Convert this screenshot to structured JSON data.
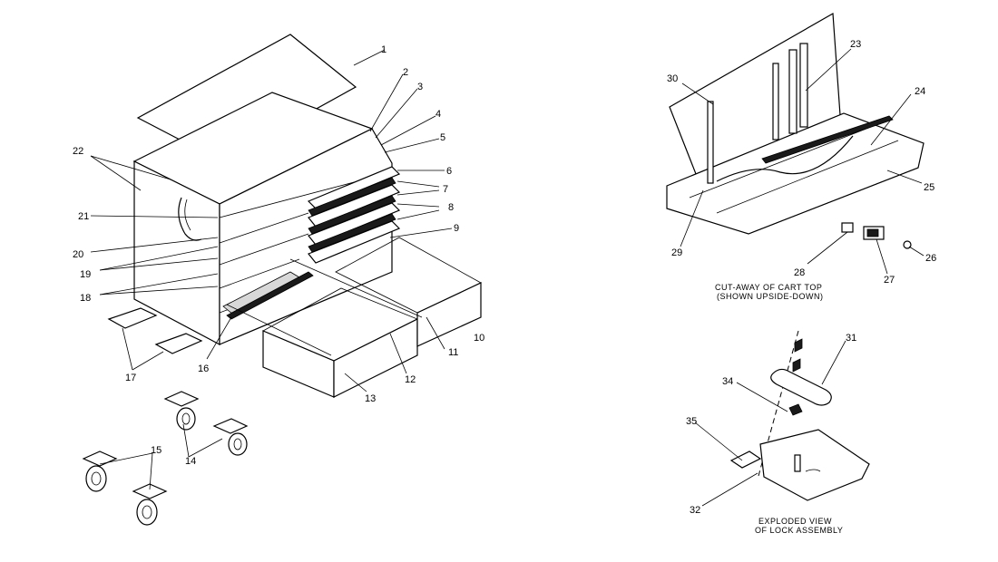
{
  "callouts": [
    {
      "id": "c1",
      "text": "1"
    },
    {
      "id": "c2",
      "text": "2"
    },
    {
      "id": "c3",
      "text": "3"
    },
    {
      "id": "c4",
      "text": "4"
    },
    {
      "id": "c5",
      "text": "5"
    },
    {
      "id": "c6",
      "text": "6"
    },
    {
      "id": "c7",
      "text": "7"
    },
    {
      "id": "c8",
      "text": "8"
    },
    {
      "id": "c9",
      "text": "9"
    },
    {
      "id": "c10",
      "text": "10"
    },
    {
      "id": "c11",
      "text": "11"
    },
    {
      "id": "c12",
      "text": "12"
    },
    {
      "id": "c13",
      "text": "13"
    },
    {
      "id": "c14",
      "text": "14"
    },
    {
      "id": "c15",
      "text": "15"
    },
    {
      "id": "c16",
      "text": "16"
    },
    {
      "id": "c17",
      "text": "17"
    },
    {
      "id": "c18",
      "text": "18"
    },
    {
      "id": "c19",
      "text": "19"
    },
    {
      "id": "c20",
      "text": "20"
    },
    {
      "id": "c21",
      "text": "21"
    },
    {
      "id": "c22",
      "text": "22"
    },
    {
      "id": "c23",
      "text": "23"
    },
    {
      "id": "c24",
      "text": "24"
    },
    {
      "id": "c25",
      "text": "25"
    },
    {
      "id": "c26",
      "text": "26"
    },
    {
      "id": "c27",
      "text": "27"
    },
    {
      "id": "c28",
      "text": "28"
    },
    {
      "id": "c29",
      "text": "29"
    },
    {
      "id": "c30",
      "text": "30"
    },
    {
      "id": "c31",
      "text": "31"
    },
    {
      "id": "c32",
      "text": "32"
    },
    {
      "id": "c34",
      "text": "34"
    },
    {
      "id": "c35",
      "text": "35"
    }
  ],
  "captions": {
    "cart_top_line1": "CUT-AWAY OF CART TOP",
    "cart_top_line2": "(SHOWN UPSIDE-DOWN)",
    "lock_line1": "EXPLODED VIEW",
    "lock_line2": "OF LOCK ASSEMBLY"
  }
}
